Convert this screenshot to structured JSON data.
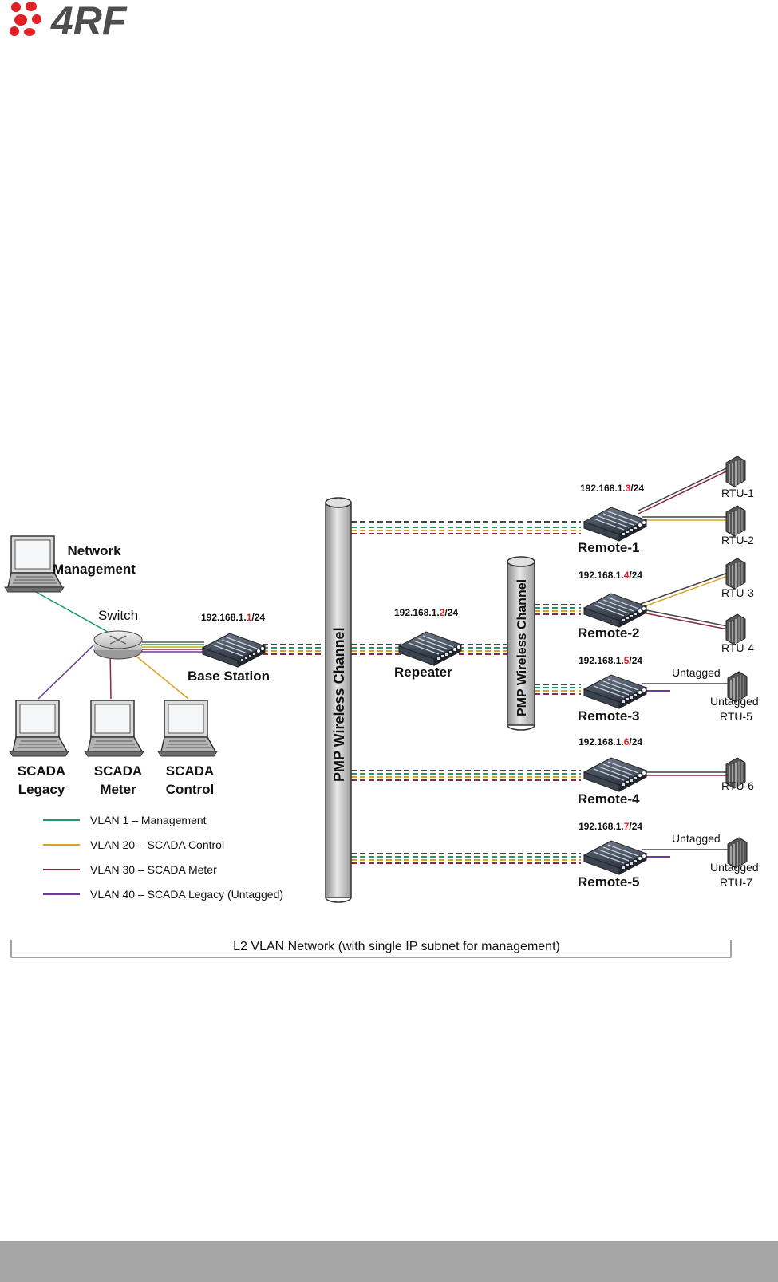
{
  "logo": {
    "text": "4RF",
    "brand_color": "#e31f26",
    "text_color": "#4d4d4f"
  },
  "diagram": {
    "network_management": [
      "Network",
      "Management"
    ],
    "switch_label": "Switch",
    "base_station": {
      "label": "Base Station",
      "ip_prefix": "192.168.1.",
      "ip_host": "1",
      "ip_suffix": "/24"
    },
    "repeater": {
      "label": "Repeater",
      "ip_prefix": "192.168.1.",
      "ip_host": "2",
      "ip_suffix": "/24"
    },
    "channel_main": "PMP Wireless Channel",
    "channel_secondary": "PMP Wireless Channel",
    "scada": [
      {
        "line1": "SCADA",
        "line2": "Legacy"
      },
      {
        "line1": "SCADA",
        "line2": "Meter"
      },
      {
        "line1": "SCADA",
        "line2": "Control"
      }
    ],
    "remotes": [
      {
        "label": "Remote-1",
        "ip_prefix": "192.168.1.",
        "ip_host": "3",
        "ip_suffix": "/24"
      },
      {
        "label": "Remote-2",
        "ip_prefix": "192.168.1.",
        "ip_host": "4",
        "ip_suffix": "/24"
      },
      {
        "label": "Remote-3",
        "ip_prefix": "192.168.1.",
        "ip_host": "5",
        "ip_suffix": "/24"
      },
      {
        "label": "Remote-4",
        "ip_prefix": "192.168.1.",
        "ip_host": "6",
        "ip_suffix": "/24"
      },
      {
        "label": "Remote-5",
        "ip_prefix": "192.168.1.",
        "ip_host": "7",
        "ip_suffix": "/24"
      }
    ],
    "rtus": {
      "rtu1": "RTU-1",
      "rtu2": "RTU-2",
      "rtu3": "RTU-3",
      "rtu4": "RTU-4",
      "rtu5": "RTU-5",
      "rtu6": "RTU-6",
      "rtu7": "RTU-7"
    },
    "untagged": "Untagged",
    "legend": [
      {
        "label": "VLAN 1 – Management",
        "color": "#1a9a6a"
      },
      {
        "label": "VLAN 20 – SCADA Control",
        "color": "#d9a520"
      },
      {
        "label": "VLAN 30 – SCADA Meter",
        "color": "#8b2a3a"
      },
      {
        "label": "VLAN 40 – SCADA Legacy  (Untagged)",
        "color": "#6a3a9a"
      }
    ],
    "caption": "L2 VLAN Network (with single IP subnet for management)"
  },
  "colors": {
    "ip_highlight": "#e31f26",
    "footer_bar": "#a6a6a6"
  }
}
